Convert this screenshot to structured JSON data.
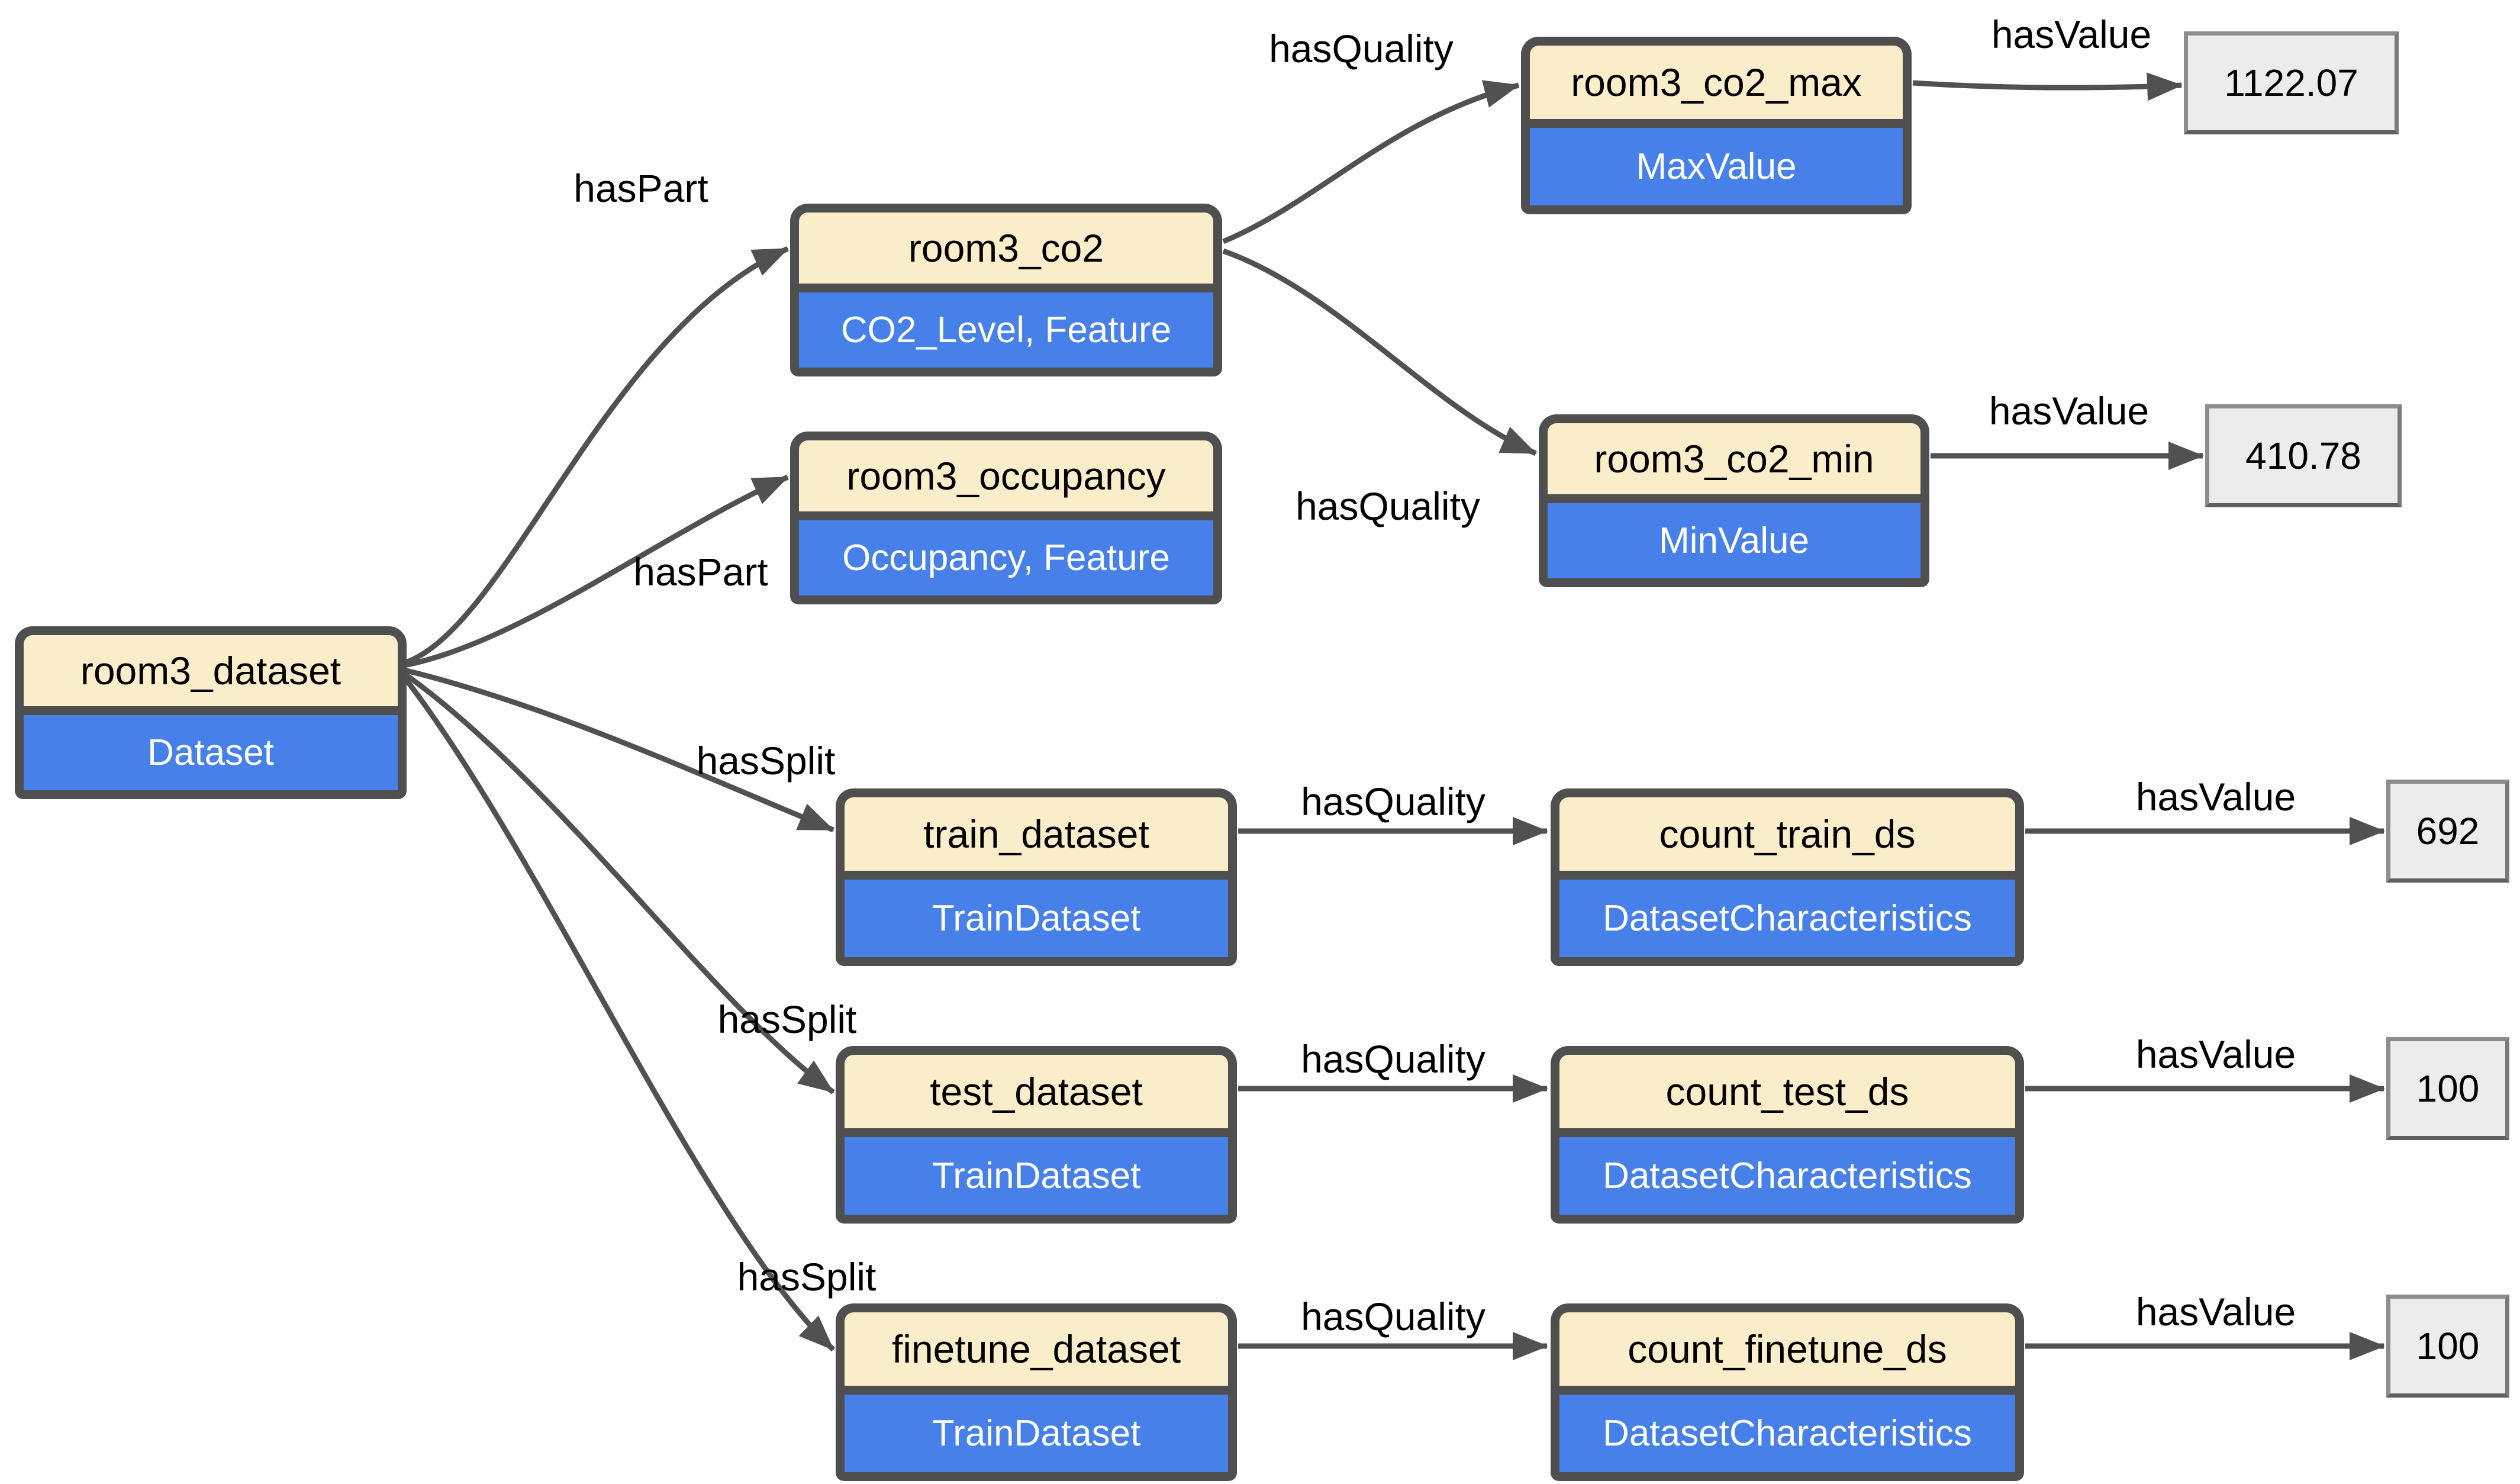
{
  "diagram": {
    "colors": {
      "background": "#ffffff",
      "node_fill": "#faedca",
      "type_fill": "#4680e8",
      "node_border": "#4f4f4f",
      "edge": "#515151",
      "value_fill": "#ececec",
      "value_border": "#8d8d8d",
      "node_text": "#000000",
      "type_text": "#ffffff"
    },
    "nodes": {
      "room3_dataset": {
        "label": "room3_dataset",
        "type": "Dataset"
      },
      "room3_co2": {
        "label": "room3_co2",
        "type": "CO2_Level, Feature"
      },
      "room3_occupancy": {
        "label": "room3_occupancy",
        "type": "Occupancy, Feature"
      },
      "room3_co2_max": {
        "label": "room3_co2_max",
        "type": "MaxValue"
      },
      "room3_co2_min": {
        "label": "room3_co2_min",
        "type": "MinValue"
      },
      "train_dataset": {
        "label": "train_dataset",
        "type": "TrainDataset"
      },
      "test_dataset": {
        "label": "test_dataset",
        "type": "TrainDataset"
      },
      "finetune_dataset": {
        "label": "finetune_dataset",
        "type": "TrainDataset"
      },
      "count_train_ds": {
        "label": "count_train_ds",
        "type": "DatasetCharacteristics"
      },
      "count_test_ds": {
        "label": "count_test_ds",
        "type": "DatasetCharacteristics"
      },
      "count_finetune_ds": {
        "label": "count_finetune_ds",
        "type": "DatasetCharacteristics"
      }
    },
    "values": {
      "co2_max_value": "1122.07",
      "co2_min_value": "410.78",
      "train_count": "692",
      "test_count": "100",
      "finetune_count": "100"
    },
    "edges": [
      {
        "label": "hasPart",
        "from": "room3_dataset",
        "to": "room3_co2"
      },
      {
        "label": "hasPart",
        "from": "room3_dataset",
        "to": "room3_occupancy"
      },
      {
        "label": "hasSplit",
        "from": "room3_dataset",
        "to": "train_dataset"
      },
      {
        "label": "hasSplit",
        "from": "room3_dataset",
        "to": "test_dataset"
      },
      {
        "label": "hasSplit",
        "from": "room3_dataset",
        "to": "finetune_dataset"
      },
      {
        "label": "hasQuality",
        "from": "room3_co2",
        "to": "room3_co2_max"
      },
      {
        "label": "hasQuality",
        "from": "room3_co2",
        "to": "room3_co2_min"
      },
      {
        "label": "hasQuality",
        "from": "train_dataset",
        "to": "count_train_ds"
      },
      {
        "label": "hasQuality",
        "from": "test_dataset",
        "to": "count_test_ds"
      },
      {
        "label": "hasQuality",
        "from": "finetune_dataset",
        "to": "count_finetune_ds"
      },
      {
        "label": "hasValue",
        "from": "room3_co2_max",
        "to": "1122.07"
      },
      {
        "label": "hasValue",
        "from": "room3_co2_min",
        "to": "410.78"
      },
      {
        "label": "hasValue",
        "from": "count_train_ds",
        "to": "692"
      },
      {
        "label": "hasValue",
        "from": "count_test_ds",
        "to": "100"
      },
      {
        "label": "hasValue",
        "from": "count_finetune_ds",
        "to": "100"
      }
    ]
  }
}
